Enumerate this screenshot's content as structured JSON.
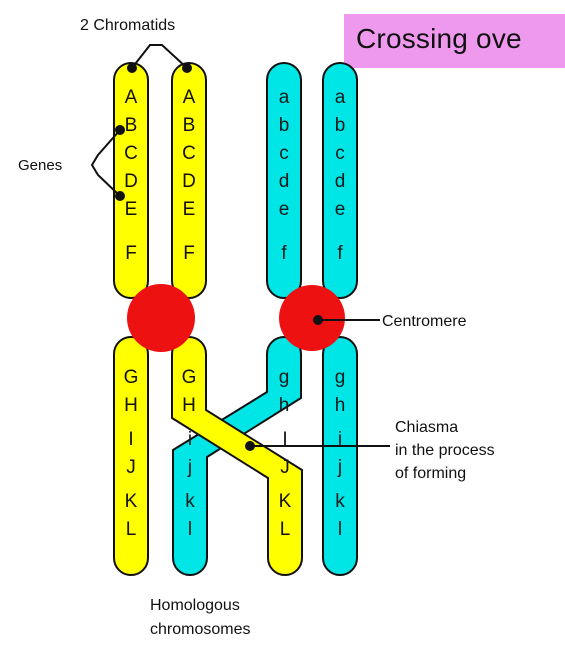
{
  "title": "Crossing ove",
  "labels": {
    "chromatids": "2 Chromatids",
    "genes": "Genes",
    "centromere": "Centromere",
    "chiasma_line1": "Chiasma",
    "chiasma_line2": "in the process",
    "chiasma_line3": "of forming",
    "homologous_line1": "Homologous",
    "homologous_line2": "chromosomes"
  },
  "colors": {
    "maternal": "#ffff00",
    "paternal": "#00e5e5",
    "centromere": "#ee1111",
    "title_bg": "#ee99ee"
  },
  "genes": {
    "chromatid_1": [
      "A",
      "B",
      "C",
      "D",
      "E",
      "F",
      "G",
      "H",
      "I",
      "J",
      "K",
      "L"
    ],
    "chromatid_2": [
      "A",
      "B",
      "C",
      "D",
      "E",
      "F",
      "G",
      "H",
      "I",
      "J",
      "K",
      "L"
    ],
    "chromatid_3": [
      "a",
      "b",
      "c",
      "d",
      "e",
      "f",
      "g",
      "h",
      "i",
      "j",
      "k",
      "l"
    ],
    "chromatid_4": [
      "a",
      "b",
      "c",
      "d",
      "e",
      "f",
      "g",
      "h",
      "i",
      "j",
      "k",
      "l"
    ]
  }
}
